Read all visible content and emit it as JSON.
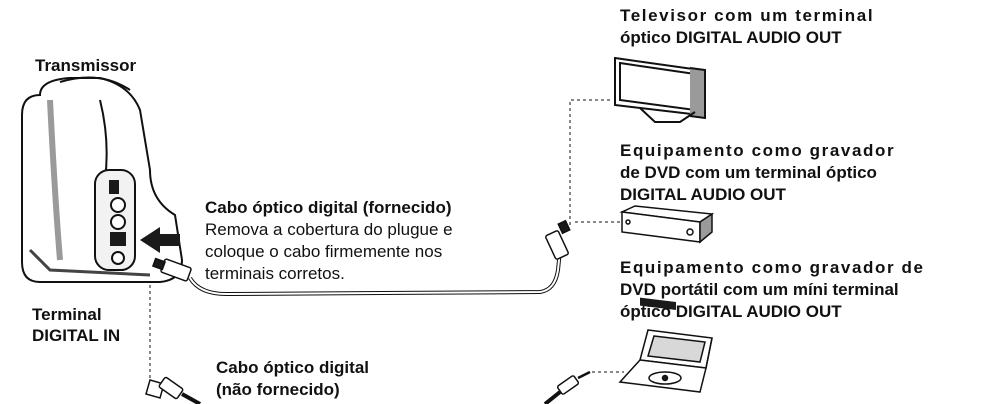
{
  "labels": {
    "transmitter": "Transmissor",
    "digital_in_line1": "Terminal",
    "digital_in_line2": "DIGITAL IN",
    "tv_line1": "Televisor com um terminal",
    "tv_line2": "óptico DIGITAL AUDIO OUT",
    "dvd_line1": "Equipamento como gravador",
    "dvd_line2": "de DVD com um terminal óptico",
    "dvd_line3": "DIGITAL AUDIO OUT",
    "portable_line1": "Equipamento como gravador de",
    "portable_line2": "DVD portátil com um míni terminal",
    "portable_line3": "óptico DIGITAL AUDIO OUT",
    "cable_supplied_title": "Cabo óptico digital (fornecido)",
    "cable_supplied_line1": "Remova a cobertura do plugue e",
    "cable_supplied_line2": "coloque o cabo firmemente nos",
    "cable_supplied_line3": "terminais corretos.",
    "cable_not_supplied_line1": "Cabo óptico digital",
    "cable_not_supplied_line2": "(não fornecido)"
  },
  "colors": {
    "line": "#111111",
    "device_fill": "#ffffff",
    "shade": "#9a9a9a",
    "dark": "#1a1a1a"
  }
}
